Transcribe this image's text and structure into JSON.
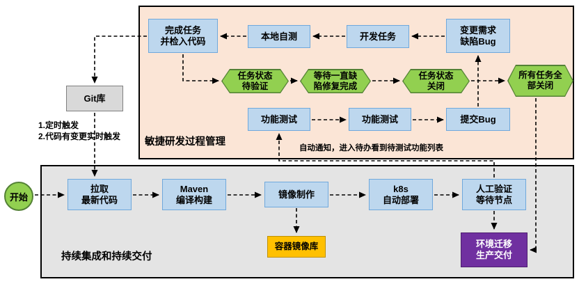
{
  "diagram": {
    "type": "flowchart",
    "colors": {
      "agile_panel_bg": "#fbe5d6",
      "ci_panel_bg": "#e4e4e4",
      "task_node": "#bdd7ee",
      "status_node": "#92d050",
      "git_node": "#d9d9d9",
      "registry_node": "#ffc000",
      "delivery_node": "#7030a0",
      "arrow": "#000000"
    }
  },
  "start": {
    "label": "开始"
  },
  "git": {
    "label": "Git库"
  },
  "triggers": {
    "text": "1.定时触发\n2.代码有变更实时触发"
  },
  "agile": {
    "title": "敏捷研发过程管理",
    "note": "自动通知，进入待办看到待测试功能列表",
    "complete_task": "完成任务\n并检入代码",
    "local_test": "本地自测",
    "dev_task": "开发任务",
    "change_request": "变更需求\n缺陷Bug",
    "status_pending": "任务状态\n待验证",
    "wait_fix": "等待一直缺\n陷修复完成",
    "status_closed": "任务状态\n关闭",
    "all_closed": "所有任务全\n部关闭",
    "func_test_1": "功能测试",
    "func_test_2": "功能测试",
    "submit_bug": "提交Bug"
  },
  "ci": {
    "title": "持续集成和持续交付",
    "pull_code": "拉取\n最新代码",
    "maven_build": "Maven\n编译构建",
    "image_build": "镜像制作",
    "k8s_deploy": "k8s\n自动部署",
    "manual_verify": "人工验证\n等待节点",
    "container_registry": "容器镜像库",
    "env_migration": "环境迁移\n生产交付"
  }
}
